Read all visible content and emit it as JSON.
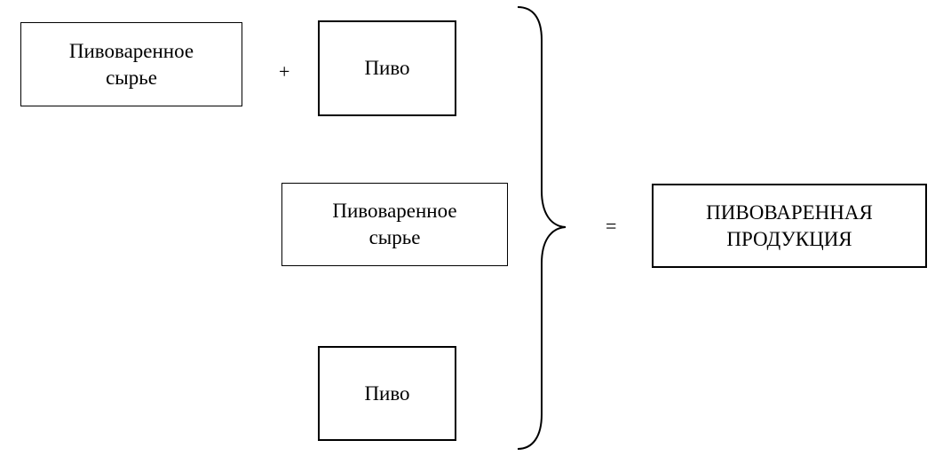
{
  "diagram": {
    "box_raw_top": {
      "line1": "Пивоваренное",
      "line2": "сырье"
    },
    "box_beer_top": {
      "label": "Пиво"
    },
    "box_raw_mid": {
      "line1": "Пивоваренное",
      "line2": "сырье"
    },
    "box_beer_bottom": {
      "label": "Пиво"
    },
    "box_result": {
      "line1": "ПИВОВАРЕННАЯ",
      "line2": "ПРОДУКЦИЯ"
    },
    "plus_sign": "+",
    "equals_sign": "="
  }
}
